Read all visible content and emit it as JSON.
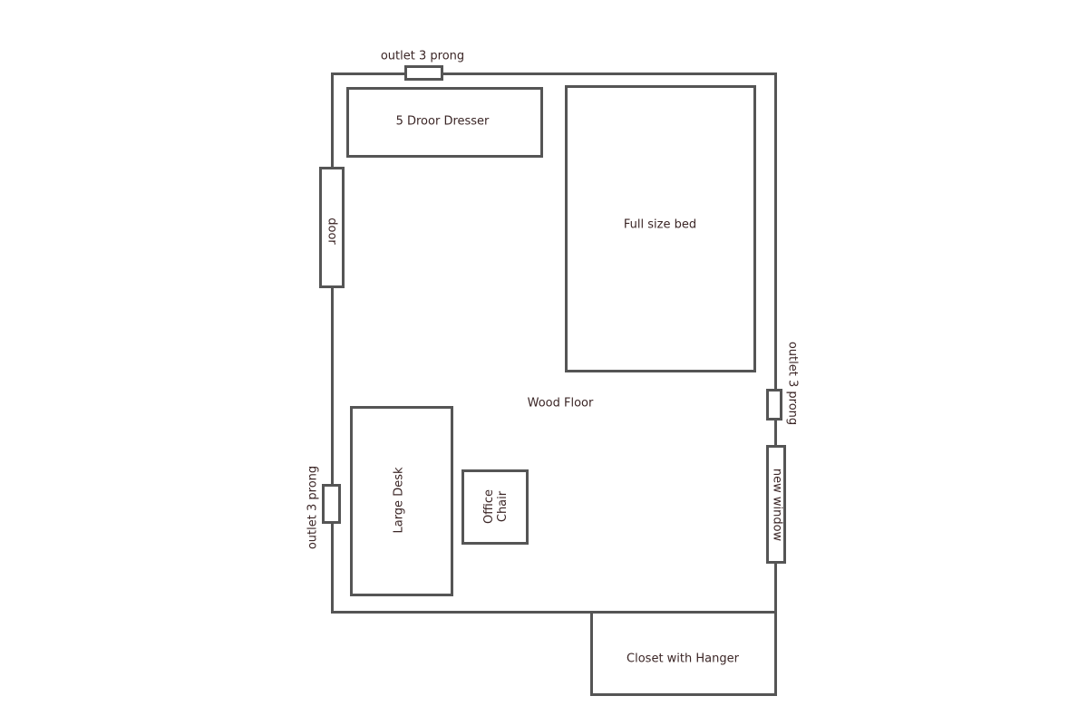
{
  "plan": {
    "floor_label": "Wood Floor",
    "dresser": "5 Droor Dresser",
    "bed": "Full size bed",
    "door": "door",
    "desk": "Large Desk",
    "chair_line1": "Office",
    "chair_line2": "Chair",
    "window": "new window",
    "closet": "Closet with Hanger",
    "outlet_top": "outlet 3 prong",
    "outlet_left": "outlet 3 prong",
    "outlet_right": "outlet 3 prong"
  },
  "colors": {
    "stroke": "#555555",
    "text": "#3b2626"
  }
}
